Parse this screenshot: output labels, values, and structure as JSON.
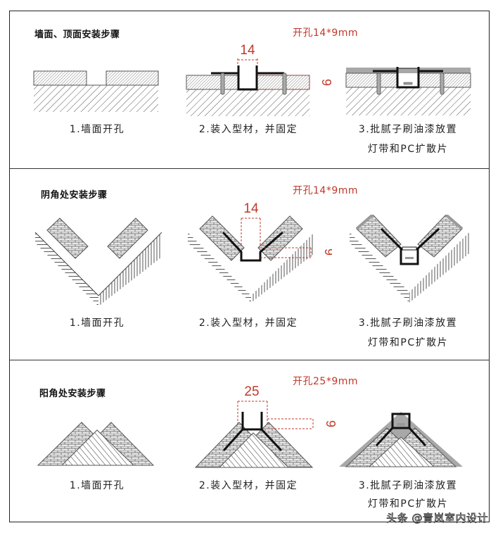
{
  "sections": [
    {
      "title": "墙面、顶面安装步骤",
      "hole_spec": "开孔14*9mm",
      "dimension_width": "14",
      "dimension_depth": "9",
      "steps": [
        {
          "label": "1.墙面开孔"
        },
        {
          "label": "2.装入型材，并固定"
        },
        {
          "label": "3.批腻子刷油漆放置",
          "label_line2": "灯带和PC扩散片"
        }
      ]
    },
    {
      "title": "阴角处安装步骤",
      "hole_spec": "开孔14*9mm",
      "dimension_width": "14",
      "dimension_depth": "9",
      "steps": [
        {
          "label": "1.墙面开孔"
        },
        {
          "label": "2.装入型材，并固定"
        },
        {
          "label": "3.批腻子刷油漆放置",
          "label_line2": "灯带和PC扩散片"
        }
      ]
    },
    {
      "title": "阳角处安装步骤",
      "hole_spec": "开孔25*9mm",
      "dimension_width": "25",
      "dimension_depth": "9",
      "steps": [
        {
          "label": "1.墙面开孔"
        },
        {
          "label": "2.装入型材，并固定"
        },
        {
          "label": "3.批腻子刷油漆放置",
          "label_line2": "灯带和PC扩散片"
        }
      ]
    }
  ],
  "watermark": "头条 @青岚室内设计",
  "colors": {
    "dimension_red": "#c0392b",
    "outline": "#222222",
    "paint_gray": "#a8a8a8"
  }
}
